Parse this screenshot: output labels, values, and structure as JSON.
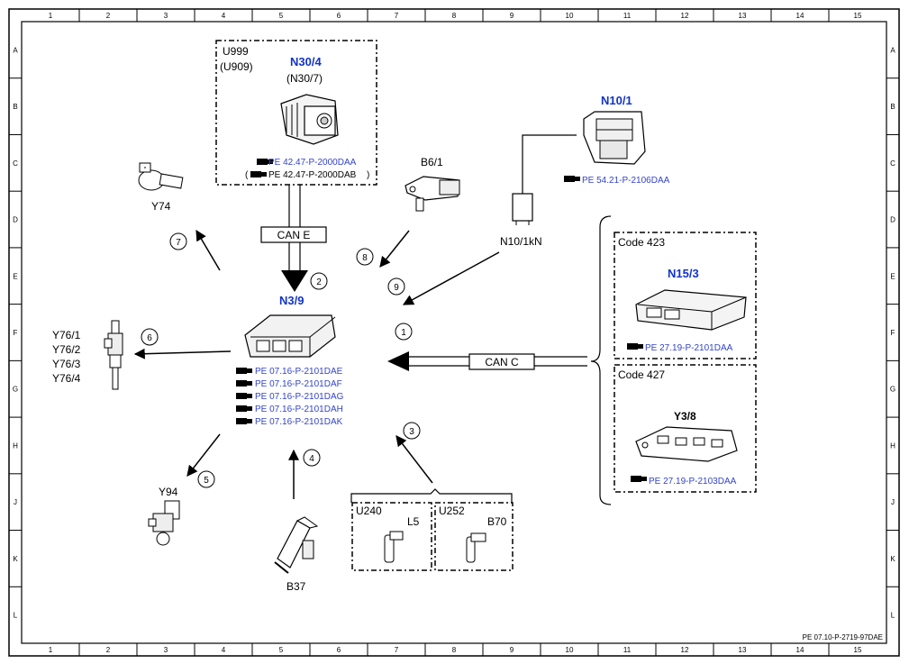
{
  "grid": {
    "columns": [
      "1",
      "2",
      "3",
      "4",
      "5",
      "6",
      "7",
      "8",
      "9",
      "10",
      "11",
      "12",
      "13",
      "14",
      "15"
    ],
    "rows": [
      "A",
      "B",
      "C",
      "D",
      "E",
      "F",
      "G",
      "H",
      "J",
      "K",
      "L"
    ]
  },
  "doc_code": "PE 07.10-P-2719-97DAE",
  "components": {
    "n30_4": {
      "option_codes": [
        "U999",
        "(U909)"
      ],
      "name": "N30/4",
      "alt_name": "(N30/7)",
      "refs": [
        "PE 42.47-P-2000DAA",
        "PE 42.47-P-2000DAB"
      ]
    },
    "n3_9": {
      "name": "N3/9",
      "refs": [
        "PE 07.16-P-2101DAE",
        "PE 07.16-P-2101DAF",
        "PE 07.16-P-2101DAG",
        "PE 07.16-P-2101DAH",
        "PE 07.16-P-2101DAK"
      ]
    },
    "n10_1": {
      "name": "N10/1",
      "ref": "PE 54.21-P-2106DAA"
    },
    "n10_1kn": {
      "name": "N10/1kN"
    },
    "b6_1": {
      "name": "B6/1"
    },
    "y74": {
      "name": "Y74"
    },
    "y76": {
      "names": [
        "Y76/1",
        "Y76/2",
        "Y76/3",
        "Y76/4"
      ]
    },
    "y94": {
      "name": "Y94"
    },
    "b37": {
      "name": "B37"
    },
    "sensors": {
      "u240": "U240",
      "l5": "L5",
      "u252": "U252",
      "b70": "B70"
    },
    "code423": {
      "label": "Code 423",
      "name": "N15/3",
      "ref": "PE 27.19-P-2101DAA"
    },
    "code427": {
      "label": "Code 427",
      "name": "Y3/8",
      "ref": "PE 27.19-P-2103DAA"
    }
  },
  "buses": {
    "can_e": "CAN E",
    "can_c": "CAN C"
  },
  "arrows": [
    "1",
    "2",
    "3",
    "4",
    "5",
    "6",
    "7",
    "8",
    "9"
  ],
  "colors": {
    "highlight": "#1133cc",
    "reference": "#3344cc",
    "line": "#000000"
  }
}
